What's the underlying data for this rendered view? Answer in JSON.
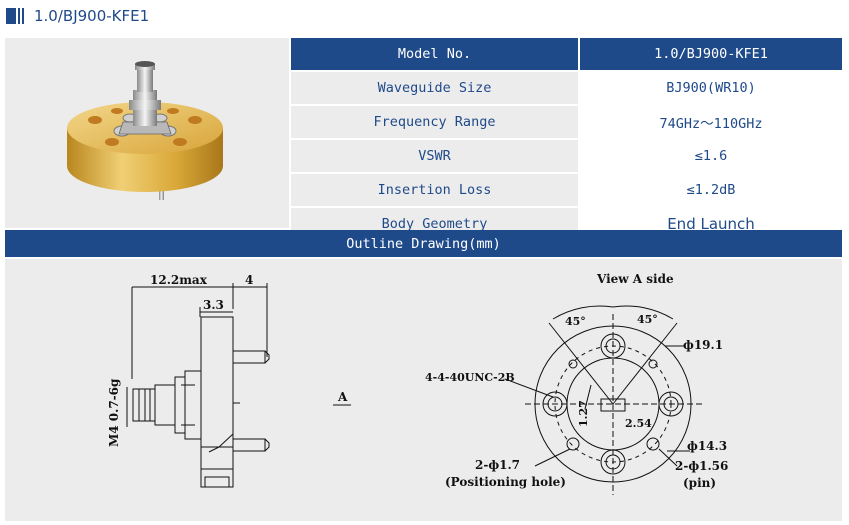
{
  "title": "1.0/BJ900-KFE1",
  "spec_table": {
    "header": {
      "label": "Model No.",
      "value": "1.0/BJ900-KFE1"
    },
    "rows": [
      {
        "label": "Waveguide Size",
        "value": "BJ900(WR10)"
      },
      {
        "label": "Frequency Range",
        "value": "74GHz～110GHz"
      },
      {
        "label": "VSWR",
        "value": "≤1.6"
      },
      {
        "label": "Insertion Loss",
        "value": "≤1.2dB"
      },
      {
        "label": "Body Geometry",
        "value": "End Launch"
      }
    ]
  },
  "outline": {
    "header": "Outline Drawing(mm)"
  },
  "side_view": {
    "dim_total": "12.2max",
    "dim_pin": "4",
    "dim_flange": "3.3",
    "thread": "M4 0.7-6g",
    "view_marker": "A"
  },
  "front_view": {
    "title": "View A side",
    "angle_left": "45°",
    "angle_right": "45°",
    "dia_outer": "ф19.1",
    "screw": "4-4-40UNC-2B",
    "dim_127": "1.27",
    "dim_254": "2.54",
    "dia_bolt": "ф14.3",
    "pos_hole": "2-ф1.7",
    "pos_hole_note": "(Positioning hole)",
    "pin": "2-ф1.56",
    "pin_note": "(pin)"
  },
  "colors": {
    "brand": "#1f4a8a",
    "panel": "#ececec",
    "gold": "#d8a93a"
  }
}
